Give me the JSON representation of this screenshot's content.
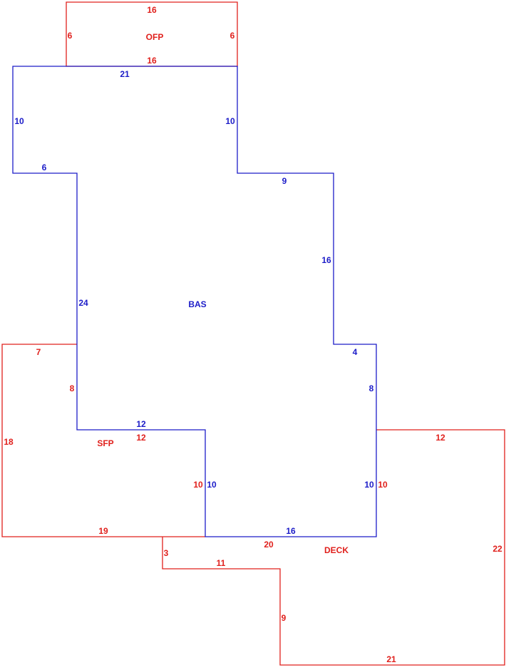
{
  "colors": {
    "red": "#e0201c",
    "blue": "#1c1cc8"
  },
  "areas": {
    "bas": "BAS",
    "ofp": "OFP",
    "sfp": "SFP",
    "deck": "DECK"
  },
  "ofp": {
    "top": "16",
    "left": "6",
    "right": "6",
    "bottom": "16"
  },
  "bas": {
    "top": "21",
    "left_upper": "10",
    "right_upper": "10",
    "left_step": "6",
    "right_step": "9",
    "right_mid": "16",
    "left_long": "24",
    "right_step2": "4",
    "right_lower": "8",
    "sfp_notch_top": "12",
    "notch_left": "10",
    "right_bottom": "10",
    "bottom": "16"
  },
  "sfp": {
    "top": "7",
    "right_upper": "8",
    "left": "18",
    "notch_top": "12",
    "notch_right": "10",
    "bottom": "19"
  },
  "deck": {
    "top": "12",
    "left_upper": "10",
    "right": "22",
    "top_left": "20",
    "left_short": "3",
    "step": "11",
    "left_lower": "9",
    "bottom": "21"
  }
}
